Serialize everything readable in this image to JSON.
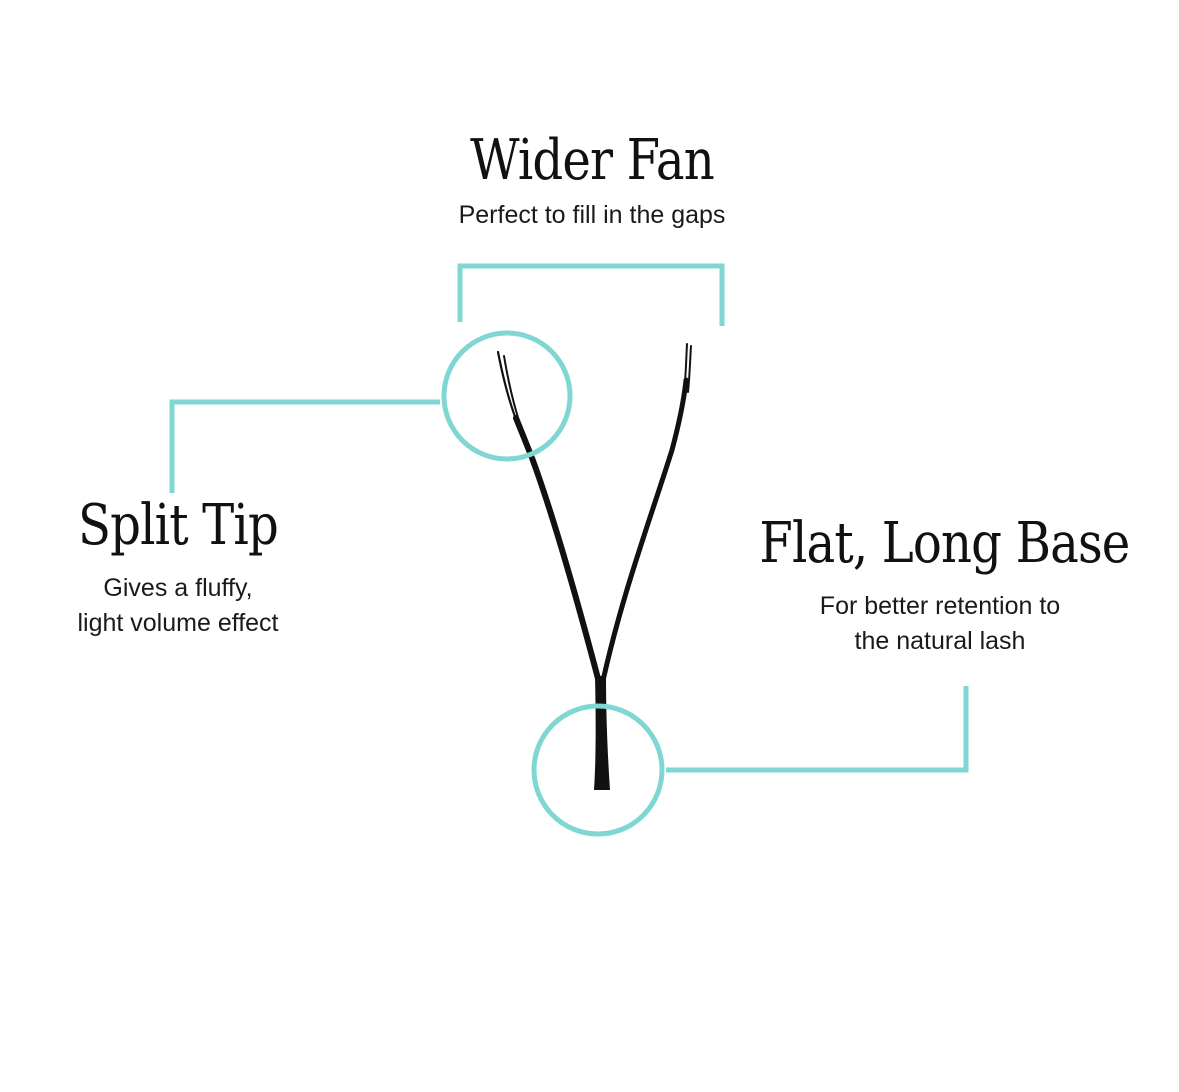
{
  "colors": {
    "accent": "#7fd6d2",
    "lash": "#111111",
    "text": "#111111",
    "background": "#ffffff"
  },
  "callouts": {
    "wider_fan": {
      "title": "Wider Fan",
      "description": "Perfect to fill in the gaps"
    },
    "split_tip": {
      "title": "Split Tip",
      "description_line1": "Gives a fluffy,",
      "description_line2": "light volume effect"
    },
    "flat_long_base": {
      "title": "Flat, Long Base",
      "description_line1": "For better retention to",
      "description_line2": "the natural lash"
    }
  }
}
